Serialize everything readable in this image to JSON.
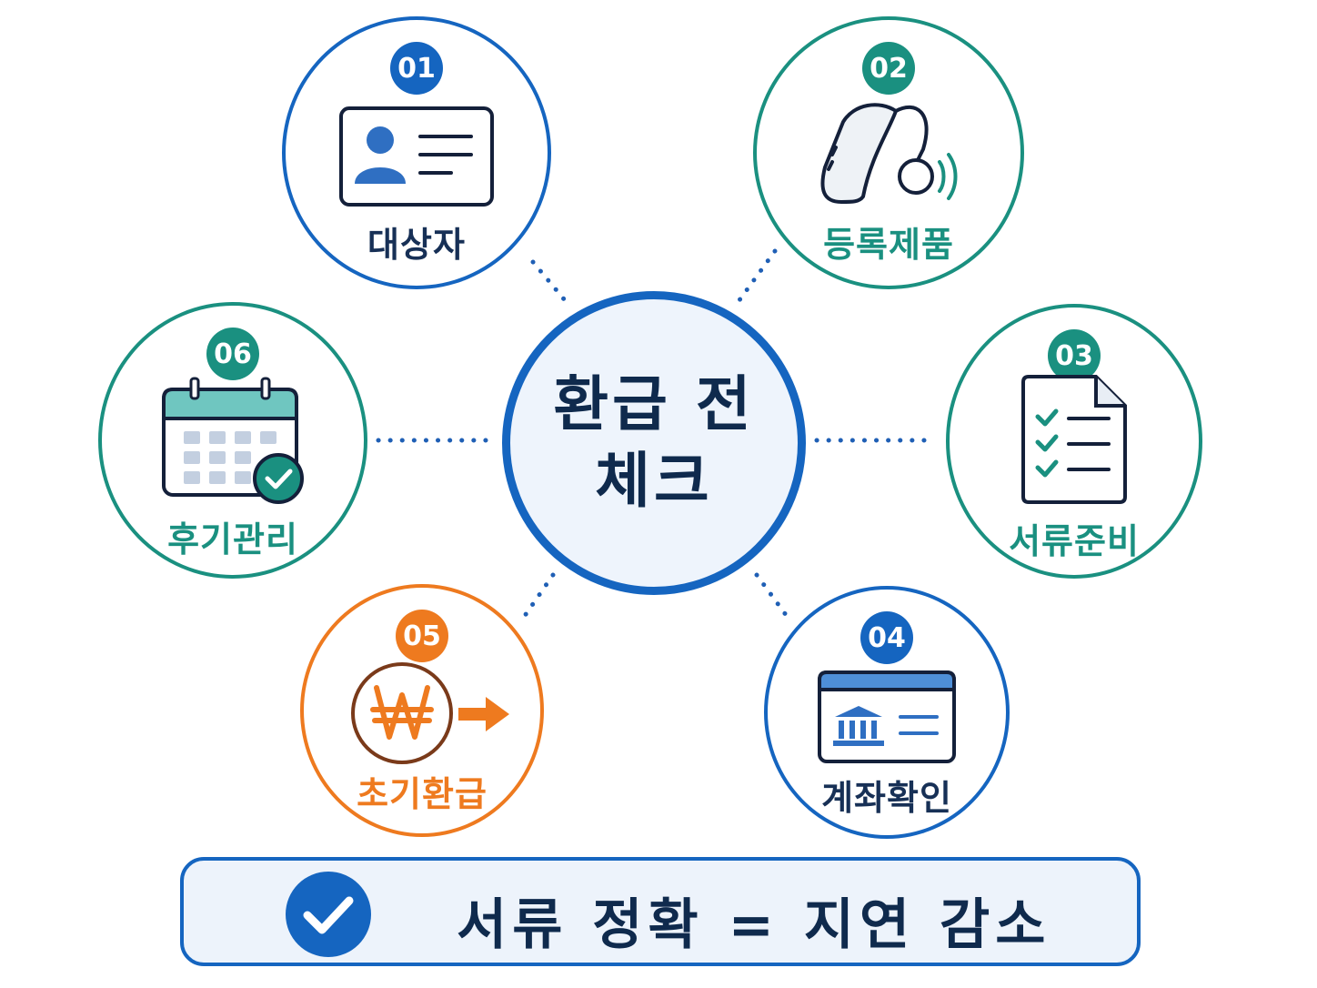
{
  "center": {
    "line1": "환급 전",
    "line2": "체크"
  },
  "colors": {
    "blue": "#1565c0",
    "teal": "#1a9080",
    "orange": "#ee7a1f",
    "navy": "#0f2a4d"
  },
  "steps": [
    {
      "number": "01",
      "label": "대상자",
      "icon": "id-card-icon",
      "color": "#1565c0"
    },
    {
      "number": "02",
      "label": "등록제품",
      "icon": "hearing-aid-icon",
      "color": "#1a9080"
    },
    {
      "number": "03",
      "label": "서류준비",
      "icon": "checklist-document-icon",
      "color": "#1a9080"
    },
    {
      "number": "04",
      "label": "계좌확인",
      "icon": "bank-card-icon",
      "color": "#1565c0"
    },
    {
      "number": "05",
      "label": "초기환급",
      "icon": "won-coin-arrow-icon",
      "color": "#ee7a1f"
    },
    {
      "number": "06",
      "label": "후기관리",
      "icon": "calendar-check-icon",
      "color": "#1a9080"
    }
  ],
  "banner": {
    "text": "서류 정확 = 지연 감소",
    "icon": "check-circle-icon"
  }
}
